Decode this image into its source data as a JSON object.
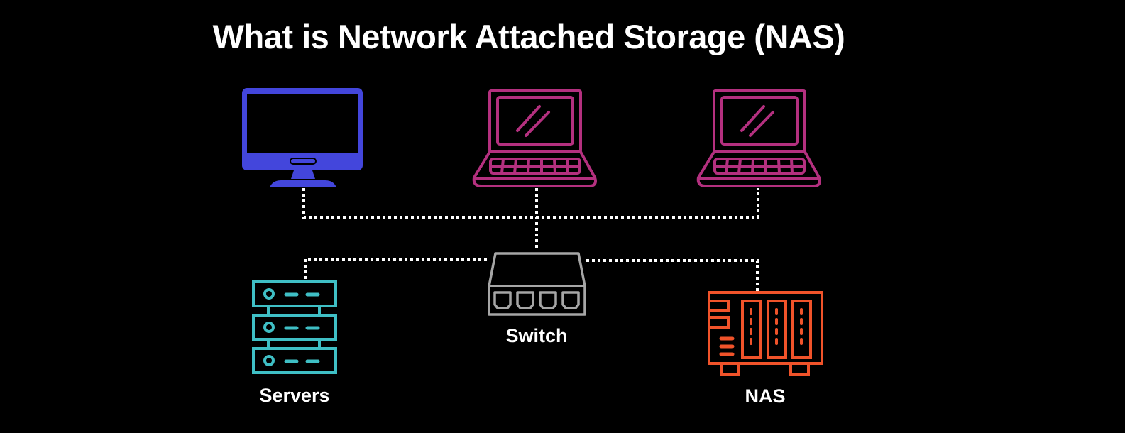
{
  "title": "What is Network Attached Storage (NAS)",
  "colors": {
    "background": "#000000",
    "desktop": "#4346DC",
    "laptop": "#B4307F",
    "switch": "#A6A6A6",
    "servers": "#3FBFC5",
    "nas": "#F0532A",
    "connector": "#FFFFFF"
  },
  "nodes": {
    "desktop": {
      "icon": "desktop-monitor-icon",
      "label": ""
    },
    "laptop_1": {
      "icon": "laptop-icon",
      "label": ""
    },
    "laptop_2": {
      "icon": "laptop-icon",
      "label": ""
    },
    "switch": {
      "icon": "network-switch-icon",
      "label": "Switch"
    },
    "servers": {
      "icon": "server-rack-icon",
      "label": "Servers"
    },
    "nas": {
      "icon": "nas-device-icon",
      "label": "NAS"
    }
  },
  "connections": [
    {
      "from": "desktop",
      "to": "switch",
      "style": "dotted"
    },
    {
      "from": "laptop_1",
      "to": "switch",
      "style": "dotted"
    },
    {
      "from": "laptop_2",
      "to": "switch",
      "style": "dotted"
    },
    {
      "from": "switch",
      "to": "servers",
      "style": "dotted"
    },
    {
      "from": "switch",
      "to": "nas",
      "style": "dotted"
    }
  ]
}
